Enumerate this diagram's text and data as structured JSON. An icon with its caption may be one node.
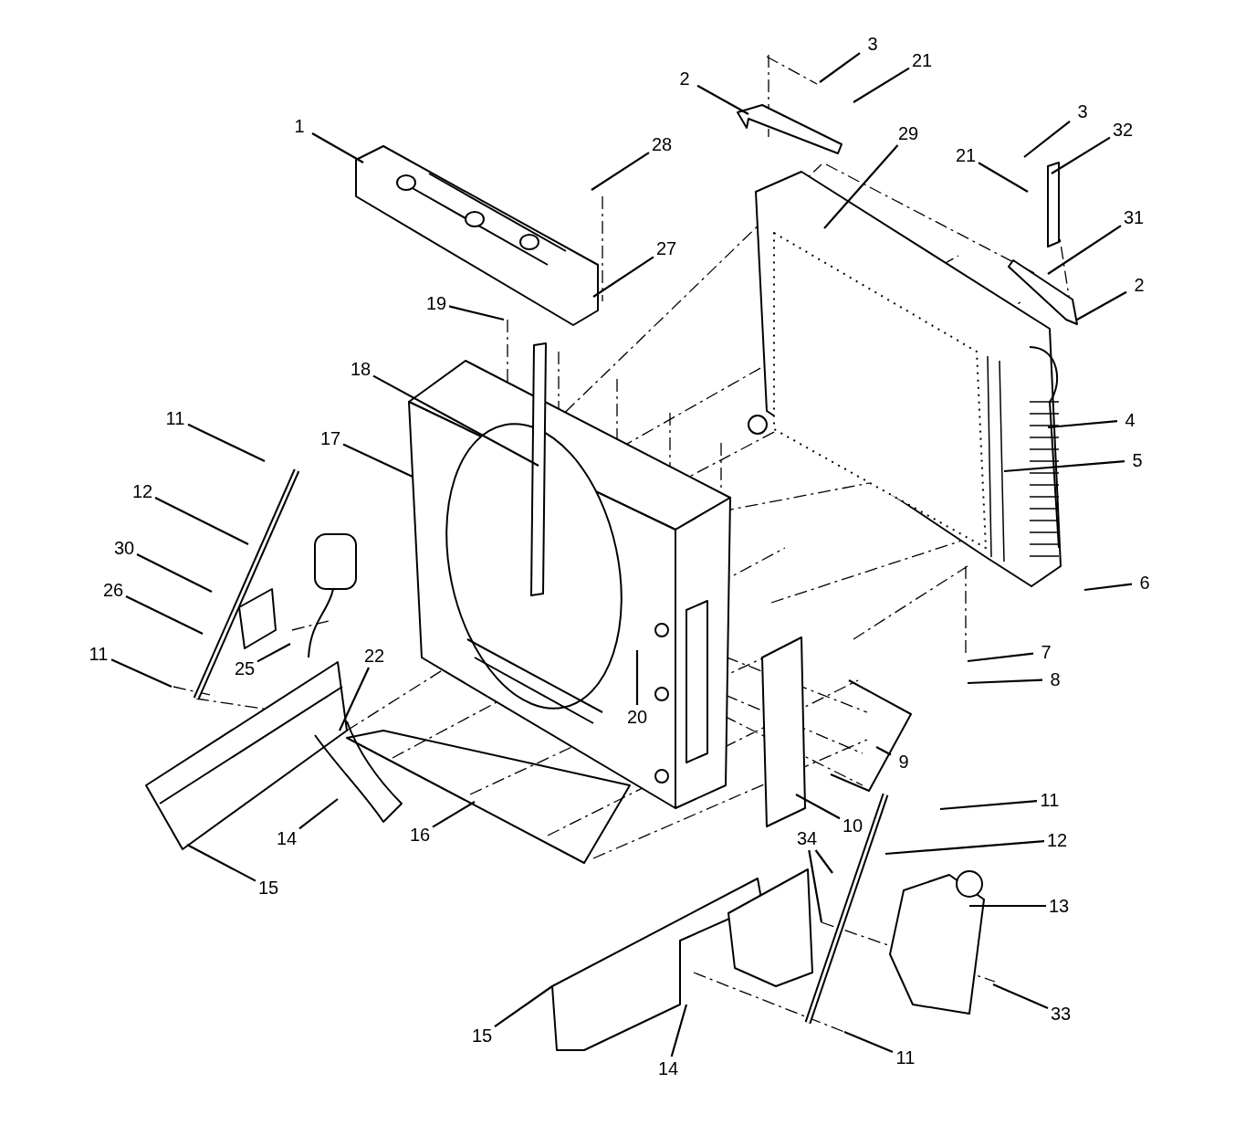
{
  "diagram": {
    "nodes": [
      {
        "text": [
          "3"
        ]
      },
      {
        "text": [
          "21"
        ]
      },
      {
        "text": [
          "2"
        ]
      },
      {
        "text": [
          "3"
        ]
      },
      {
        "text": [
          "1"
        ]
      },
      {
        "text": [
          "32"
        ]
      },
      {
        "text": [
          "29"
        ]
      },
      {
        "text": [
          "28"
        ]
      },
      {
        "text": [
          "21"
        ]
      },
      {
        "text": [
          "31"
        ]
      },
      {
        "text": [
          "27"
        ]
      },
      {
        "text": [
          "2"
        ]
      },
      {
        "text": [
          "19"
        ]
      },
      {
        "text": [
          "18"
        ]
      },
      {
        "text": [
          "11"
        ]
      },
      {
        "text": [
          "4"
        ]
      },
      {
        "text": [
          "17"
        ]
      },
      {
        "text": [
          "5"
        ]
      },
      {
        "text": [
          "12"
        ]
      },
      {
        "text": [
          "30"
        ]
      },
      {
        "text": [
          "6"
        ]
      },
      {
        "text": [
          "26"
        ]
      },
      {
        "text": [
          "7"
        ]
      },
      {
        "text": [
          "11"
        ]
      },
      {
        "text": [
          "22"
        ]
      },
      {
        "text": [
          "25"
        ]
      },
      {
        "text": [
          "8"
        ]
      },
      {
        "text": [
          "20"
        ]
      },
      {
        "text": [
          "9"
        ]
      },
      {
        "text": [
          "11"
        ]
      },
      {
        "text": [
          "10"
        ]
      },
      {
        "text": [
          "14"
        ]
      },
      {
        "text": [
          "16"
        ]
      },
      {
        "text": [
          "34"
        ]
      },
      {
        "text": [
          "12"
        ]
      },
      {
        "text": [
          "15"
        ]
      },
      {
        "text": [
          "13"
        ]
      },
      {
        "text": [
          "33"
        ]
      },
      {
        "text": [
          "15"
        ]
      },
      {
        "text": [
          "11"
        ]
      },
      {
        "text": [
          "14"
        ]
      }
    ],
    "edges": [
      {
        "from": 0,
        "to": null,
        "arrow": "none"
      },
      {
        "from": 1,
        "to": null,
        "arrow": "none"
      },
      {
        "from": 2,
        "to": null,
        "arrow": "none"
      },
      {
        "from": 3,
        "to": null,
        "arrow": "none"
      },
      {
        "from": 4,
        "to": null,
        "arrow": "none"
      },
      {
        "from": 5,
        "to": null,
        "arrow": "none"
      },
      {
        "from": 6,
        "to": null,
        "arrow": "none"
      },
      {
        "from": 7,
        "to": null,
        "arrow": "none"
      },
      {
        "from": 8,
        "to": null,
        "arrow": "none"
      },
      {
        "from": 9,
        "to": null,
        "arrow": "none"
      },
      {
        "from": 10,
        "to": null,
        "arrow": "none"
      },
      {
        "from": 11,
        "to": null,
        "arrow": "none"
      },
      {
        "from": 12,
        "to": null,
        "arrow": "none"
      },
      {
        "from": 13,
        "to": null,
        "arrow": "none"
      },
      {
        "from": 14,
        "to": null,
        "arrow": "none"
      },
      {
        "from": 15,
        "to": null,
        "arrow": "none"
      },
      {
        "from": 16,
        "to": null,
        "arrow": "none"
      },
      {
        "from": 17,
        "to": null,
        "arrow": "none"
      },
      {
        "from": 18,
        "to": null,
        "arrow": "none"
      },
      {
        "from": 19,
        "to": null,
        "arrow": "none"
      },
      {
        "from": 20,
        "to": null,
        "arrow": "none"
      },
      {
        "from": 21,
        "to": null,
        "arrow": "none"
      },
      {
        "from": 22,
        "to": null,
        "arrow": "none"
      },
      {
        "from": 23,
        "to": null,
        "arrow": "none"
      },
      {
        "from": 24,
        "to": null,
        "arrow": "none"
      },
      {
        "from": 25,
        "to": null,
        "arrow": "none"
      },
      {
        "from": 26,
        "to": null,
        "arrow": "none"
      },
      {
        "from": 27,
        "to": null,
        "arrow": "none"
      },
      {
        "from": 28,
        "to": null,
        "arrow": "none"
      },
      {
        "from": 29,
        "to": null,
        "arrow": "none"
      },
      {
        "from": 30,
        "to": null,
        "arrow": "none"
      },
      {
        "from": 31,
        "to": null,
        "arrow": "none"
      },
      {
        "from": 32,
        "to": null,
        "arrow": "none"
      },
      {
        "from": 33,
        "to": null,
        "arrow": "none"
      },
      {
        "from": 33,
        "to": null,
        "arrow": "none"
      },
      {
        "from": 34,
        "to": null,
        "arrow": "none"
      },
      {
        "from": 35,
        "to": null,
        "arrow": "none"
      },
      {
        "from": 36,
        "to": null,
        "arrow": "none"
      },
      {
        "from": 37,
        "to": null,
        "arrow": "none"
      },
      {
        "from": 38,
        "to": null,
        "arrow": "none"
      },
      {
        "from": 39,
        "to": null,
        "arrow": "none"
      },
      {
        "from": 40,
        "to": null,
        "arrow": "none"
      }
    ]
  }
}
